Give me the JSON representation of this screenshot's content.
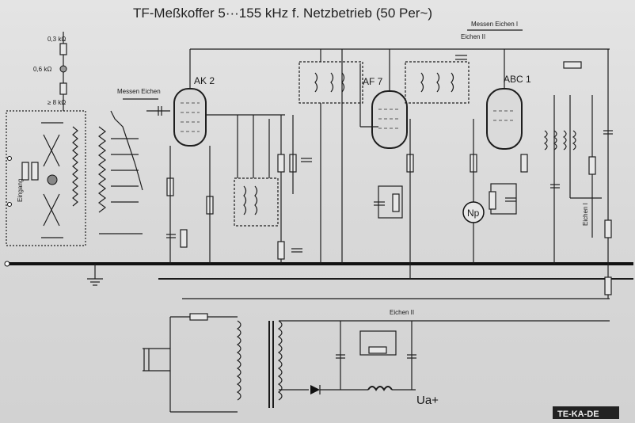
{
  "title": "TF-Meßkoffer 5···155 kHz f. Netzbetrieb (50 Per~)",
  "tubes": [
    "AK 2",
    "AF 7",
    "ABC 1"
  ],
  "switch_labels": {
    "messen_eichen_left": "Messen Eichen",
    "messen_eichen_right": "Messen Eichen I",
    "eichen_ii_top": "Eichen II",
    "eichen_ii_bottom": "Eichen II",
    "eichen_i_vertical": "Eichen I"
  },
  "attenuator": [
    "0,3 kΩ",
    "0,6 kΩ",
    "≥ 8 kΩ"
  ],
  "input_label": "Eingang",
  "lamp_label": "Np",
  "supply_label": "Ua+",
  "logo": "TE-KA-DE"
}
